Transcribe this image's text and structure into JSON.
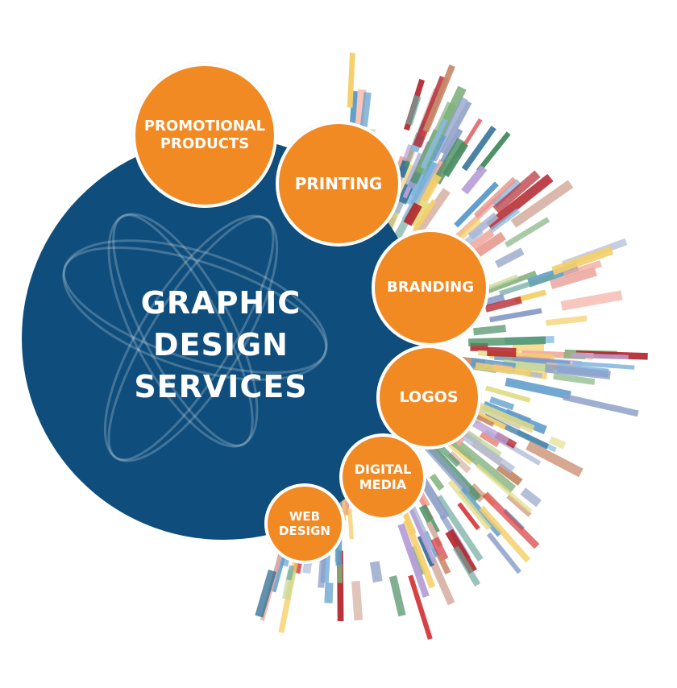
{
  "colors": {
    "main_circle": "#0e4d7c",
    "bubble": "#f28a24",
    "bubble_border": "#ffffff",
    "text": "#ffffff",
    "burst_palette": [
      "#8e9fc8",
      "#b8a0d8",
      "#e7958c",
      "#c7d89a",
      "#f5cf6a",
      "#e3dd8a",
      "#d84045",
      "#b3232b",
      "#7fb07a",
      "#4a8f63",
      "#2e6f95",
      "#a8b6d5",
      "#f2a99c",
      "#5e9dcb",
      "#c98a6b",
      "#6ca79d",
      "#8bbbe0",
      "#d9b4a8"
    ]
  },
  "main": {
    "title_lines": [
      "GRAPHIC",
      "DESIGN",
      "SERVICES"
    ],
    "icon": "intertwined-ovals-logo"
  },
  "services": [
    {
      "id": "promotional",
      "label": "PROMOTIONAL\nPRODUCTS"
    },
    {
      "id": "printing",
      "label": "PRINTING"
    },
    {
      "id": "branding",
      "label": "BRANDING"
    },
    {
      "id": "logos",
      "label": "LOGOS"
    },
    {
      "id": "digital",
      "label": "DIGITAL\nMEDIA"
    },
    {
      "id": "web",
      "label": "WEB\nDESIGN"
    }
  ]
}
